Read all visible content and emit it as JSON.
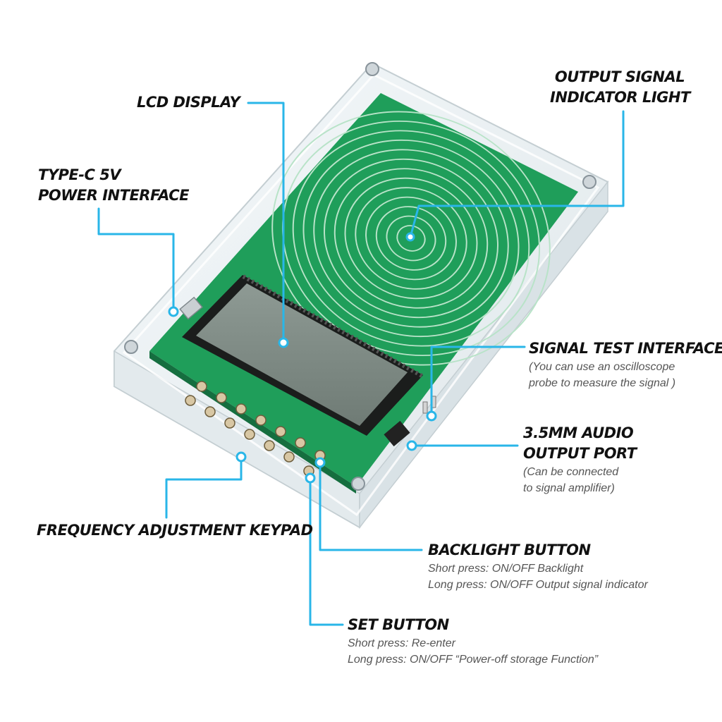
{
  "colors": {
    "callout_line": "#29b6e8",
    "board_green": "#1f9e5a",
    "title_text": "#111111",
    "note_text": "#555555"
  },
  "callouts": {
    "lcd_display": {
      "title": "LCD DISPLAY"
    },
    "output_signal_indicator": {
      "title_1": "OUTPUT SIGNAL",
      "title_2": "INDICATOR LIGHT"
    },
    "type_c_power": {
      "title_1": "TYPE-C 5V",
      "title_2": "POWER INTERFACE"
    },
    "signal_test_interface": {
      "title": "SIGNAL TEST INTERFACE",
      "note_1": "(You can use an oscilloscope",
      "note_2": "probe to measure the signal )"
    },
    "audio_output_port": {
      "title_1": "3.5MM AUDIO",
      "title_2": "OUTPUT PORT",
      "note_1": "(Can be connected",
      "note_2": "to signal amplifier)"
    },
    "frequency_keypad": {
      "title": "FREQUENCY ADJUSTMENT KEYPAD"
    },
    "backlight_button": {
      "title": "BACKLIGHT BUTTON",
      "note_1": "Short press: ON/OFF Backlight",
      "note_2": "Long press: ON/OFF Output signal indicator"
    },
    "set_button": {
      "title": "SET BUTTON",
      "note_1": "Short press: Re-enter",
      "note_2": "Long press: ON/OFF  “Power-off storage Function”"
    }
  }
}
